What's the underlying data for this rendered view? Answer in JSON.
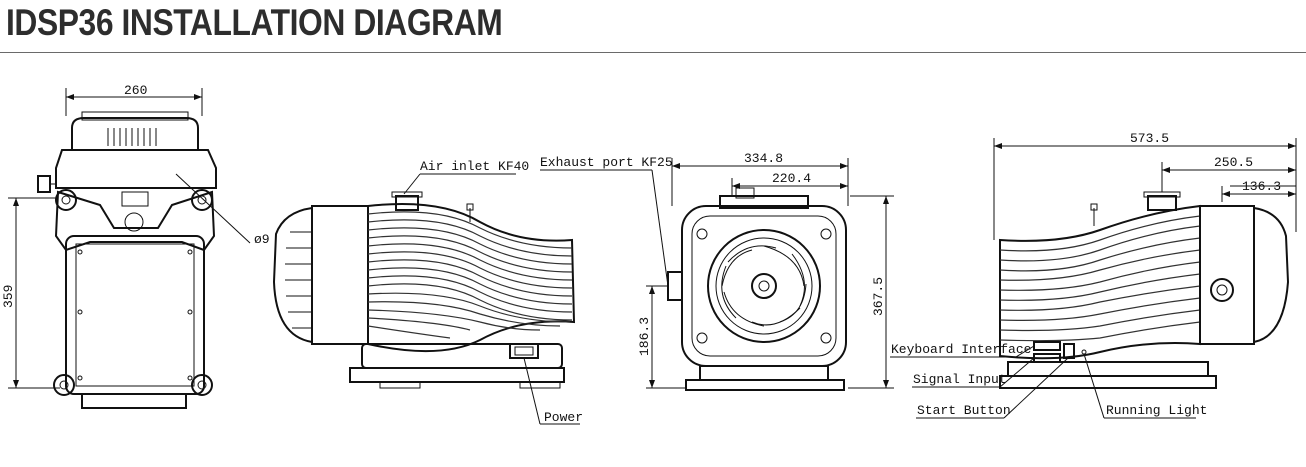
{
  "title": "IDSP36 INSTALLATION DIAGRAM",
  "dimensions": {
    "front_width": "260",
    "front_height": "359",
    "hole_dia": "ø9",
    "end_width": "334.8",
    "end_inner_width": "220.4",
    "end_height": "367.5",
    "end_axis_height": "186.3",
    "rear_length": "573.5",
    "rear_inlet_offset": "250.5",
    "rear_port_offset": "136.3"
  },
  "callouts": {
    "air_inlet": "Air inlet KF40",
    "exhaust_port": "Exhaust port KF25",
    "power": "Power",
    "keyboard_interface": "Keyboard Interface",
    "signal_input": "Signal Input",
    "start_button": "Start Button",
    "running_light": "Running Light"
  },
  "colors": {
    "line": "#111111",
    "title": "#2d2d2d",
    "rule": "#6a6a6a"
  }
}
